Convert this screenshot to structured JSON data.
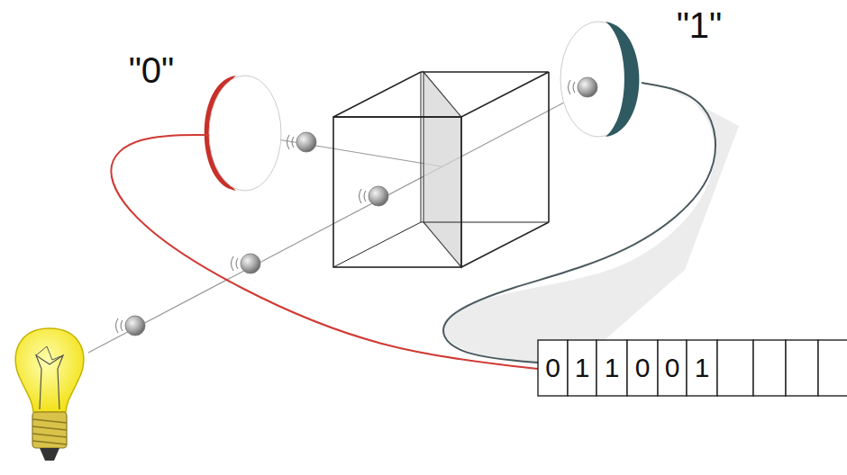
{
  "diagram": {
    "nodes": [
      {
        "text": [
          "\"0\""
        ]
      },
      {
        "text": [
          "\"1\""
        ]
      }
    ],
    "labels": [
      "0",
      "1",
      "1",
      "0",
      "0",
      "1"
    ]
  }
}
